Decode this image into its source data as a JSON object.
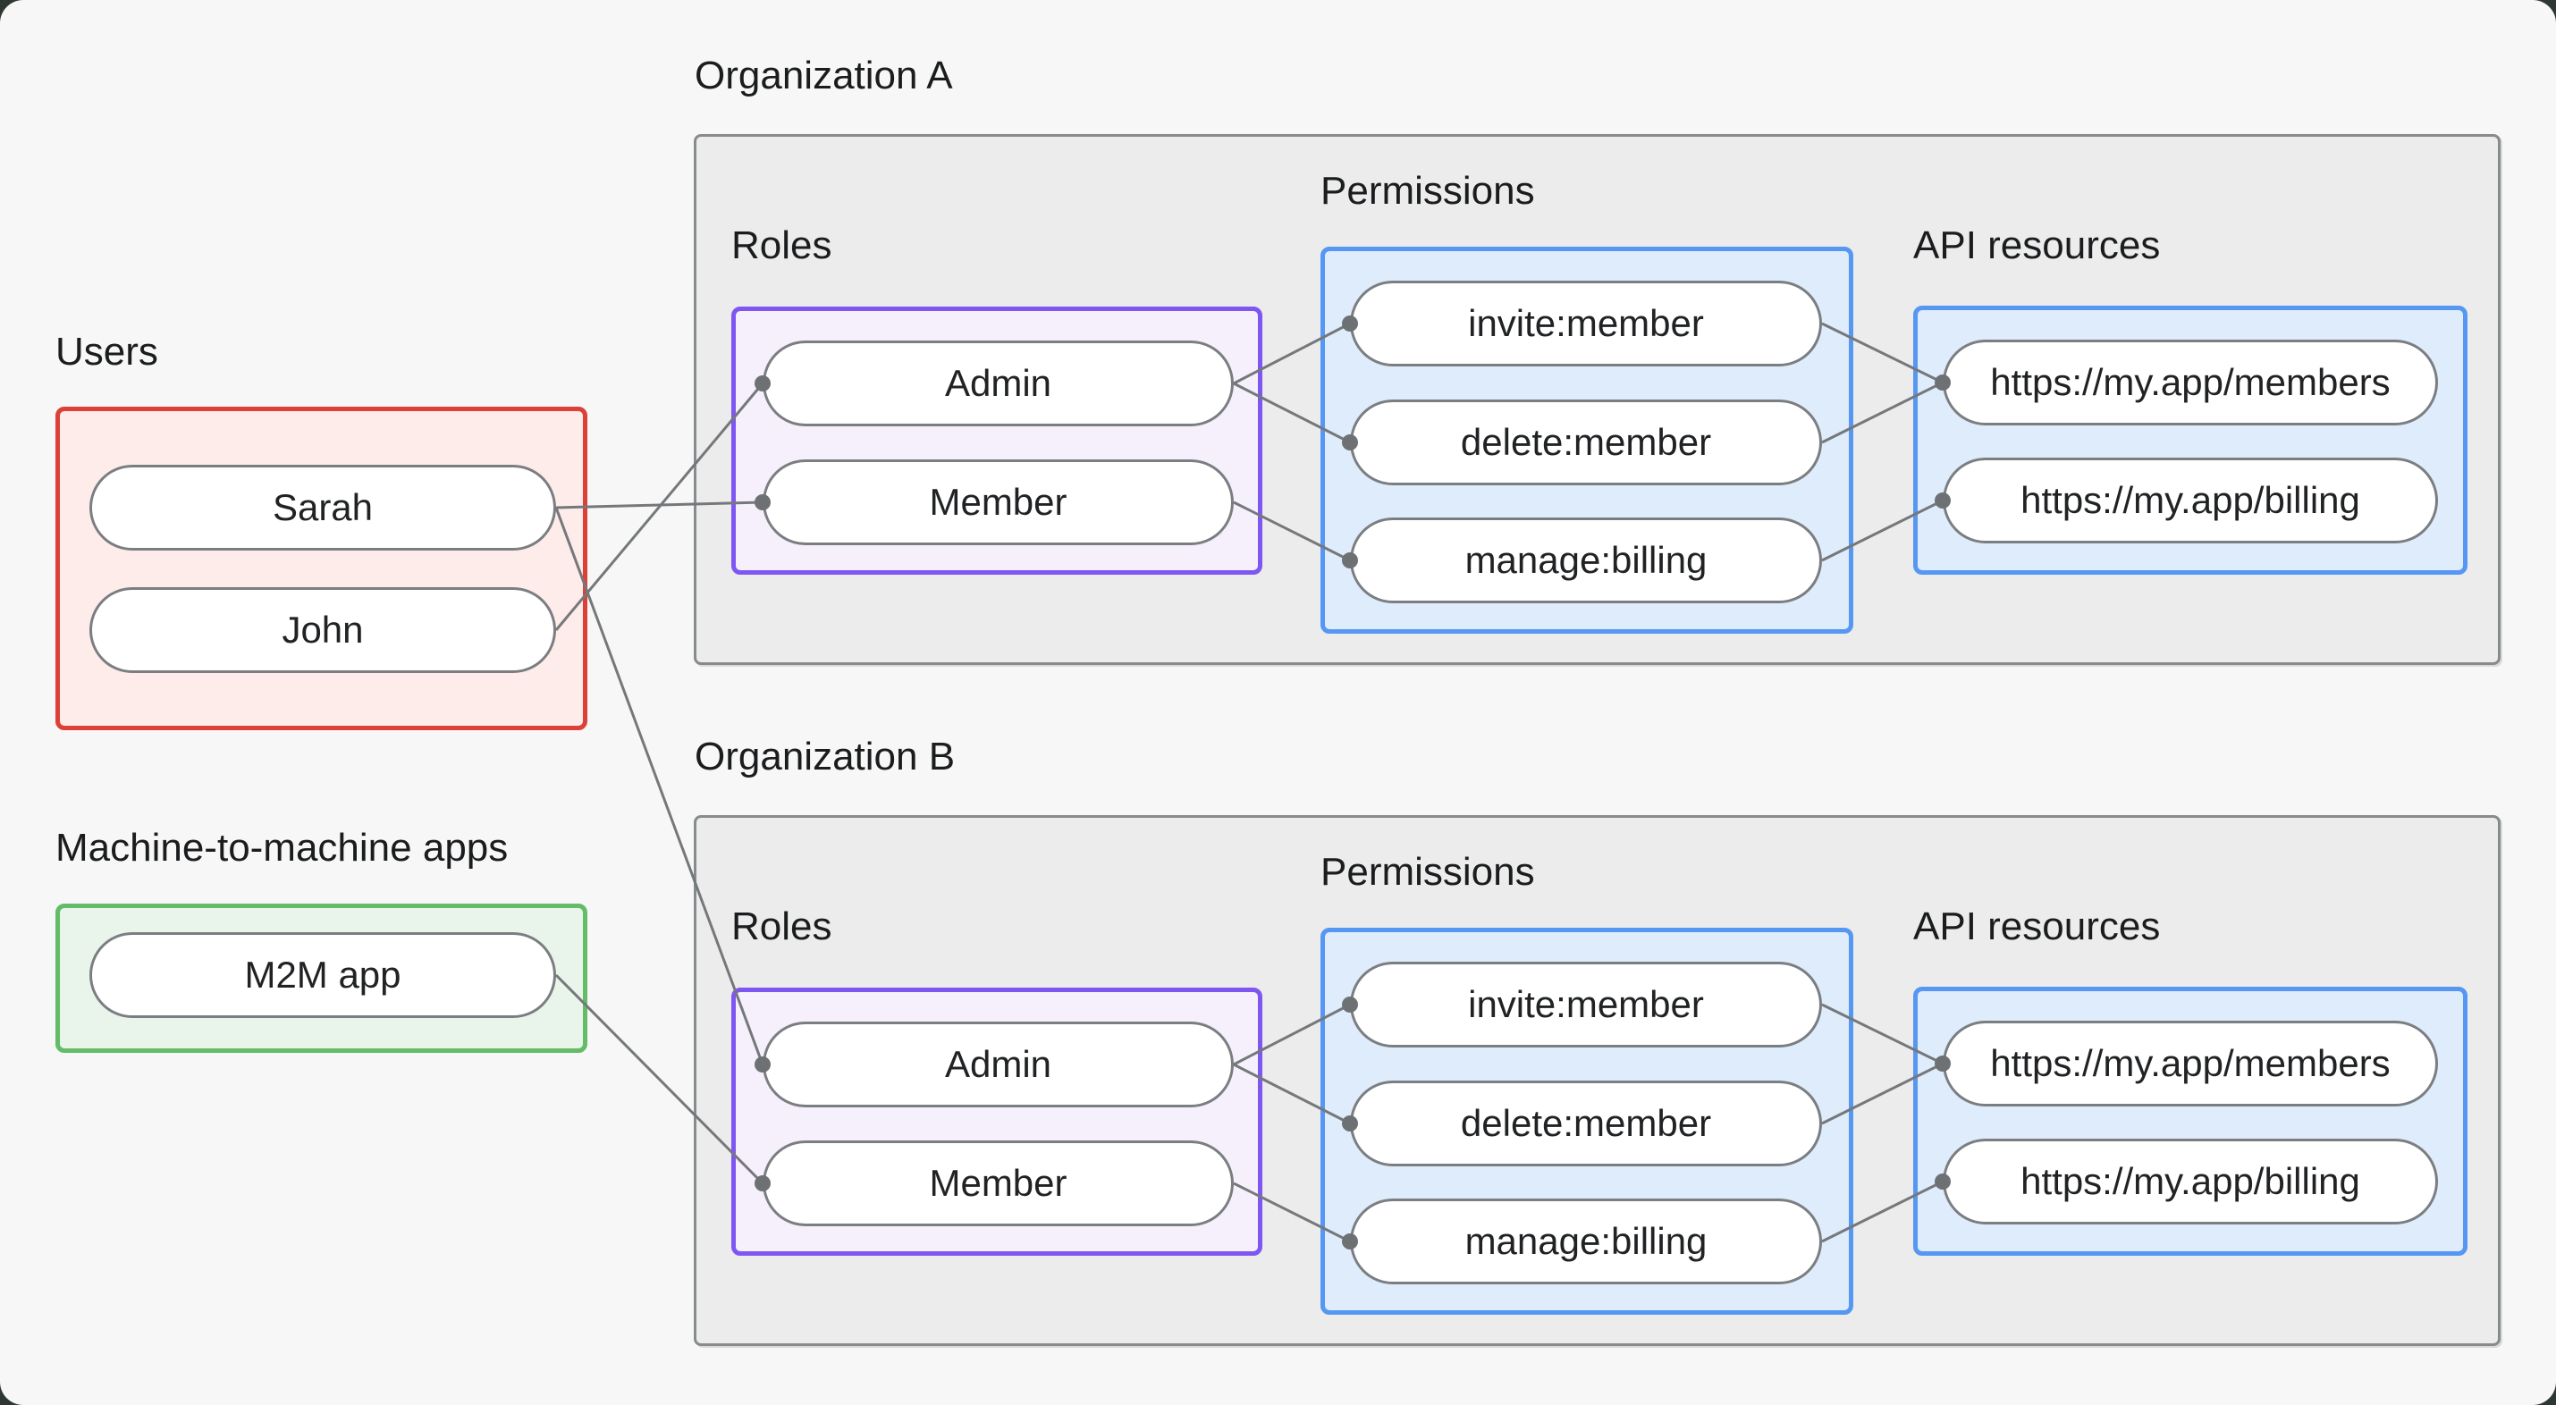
{
  "users": {
    "title": "Users",
    "items": [
      "Sarah",
      "John"
    ]
  },
  "m2m": {
    "title": "Machine-to-machine apps",
    "items": [
      "M2M app"
    ]
  },
  "org_a": {
    "title": "Organization A",
    "roles": {
      "title": "Roles",
      "items": [
        "Admin",
        "Member"
      ]
    },
    "permissions": {
      "title": "Permissions",
      "items": [
        "invite:member",
        "delete:member",
        "manage:billing"
      ]
    },
    "api": {
      "title": "API resources",
      "items": [
        "https://my.app/members",
        "https://my.app/billing"
      ]
    }
  },
  "org_b": {
    "title": "Organization B",
    "roles": {
      "title": "Roles",
      "items": [
        "Admin",
        "Member"
      ]
    },
    "permissions": {
      "title": "Permissions",
      "items": [
        "invite:member",
        "delete:member",
        "manage:billing"
      ]
    },
    "api": {
      "title": "API resources",
      "items": [
        "https://my.app/members",
        "https://my.app/billing"
      ]
    }
  },
  "edges": [
    {
      "from": "Sarah",
      "to": "Organization A / Member"
    },
    {
      "from": "John",
      "to": "Organization A / Admin"
    },
    {
      "from": "Sarah",
      "to": "Organization B / Admin"
    },
    {
      "from": "M2M app",
      "to": "Organization B / Member"
    },
    {
      "from": "Organization A / Admin",
      "to": "Organization A / invite:member"
    },
    {
      "from": "Organization A / Admin",
      "to": "Organization A / delete:member"
    },
    {
      "from": "Organization A / Member",
      "to": "Organization A / manage:billing"
    },
    {
      "from": "Organization A / invite:member",
      "to": "Organization A / https://my.app/members"
    },
    {
      "from": "Organization A / delete:member",
      "to": "Organization A / https://my.app/members"
    },
    {
      "from": "Organization A / manage:billing",
      "to": "Organization A / https://my.app/billing"
    },
    {
      "from": "Organization B / Admin",
      "to": "Organization B / invite:member"
    },
    {
      "from": "Organization B / Admin",
      "to": "Organization B / delete:member"
    },
    {
      "from": "Organization B / Member",
      "to": "Organization B / manage:billing"
    },
    {
      "from": "Organization B / invite:member",
      "to": "Organization B / https://my.app/members"
    },
    {
      "from": "Organization B / delete:member",
      "to": "Organization B / https://my.app/members"
    },
    {
      "from": "Organization B / manage:billing",
      "to": "Organization B / https://my.app/billing"
    }
  ],
  "colors": {
    "page_background": "#f6f7f6",
    "users_border": "#db4137",
    "users_fill": "#fdecea",
    "m2m_border": "#63bc67",
    "m2m_fill": "#e9f5ea",
    "roles_border": "#7e57f2",
    "roles_fill": "#f5f0fc",
    "blue_border": "#5597f3",
    "blue_fill": "#dfecfb",
    "org_border": "#888b8d",
    "org_fill": "#ececec",
    "wire": "#75787b",
    "text": "#1a1c1e"
  }
}
